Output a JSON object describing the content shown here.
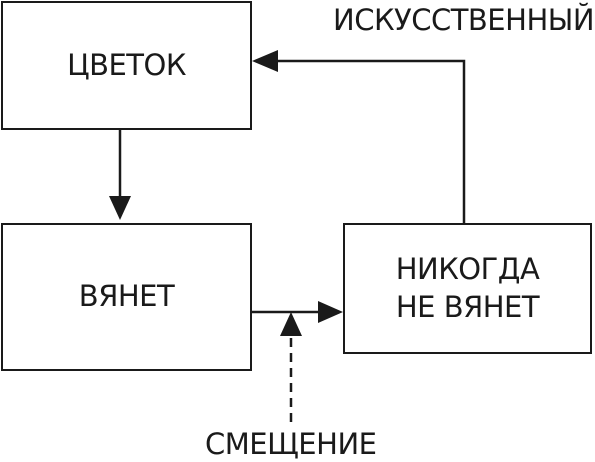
{
  "diagram": {
    "nodes": {
      "flower": {
        "label": "ЦВЕТОК"
      },
      "withers": {
        "label": "ВЯНЕТ"
      },
      "never_withers": {
        "label": "НИКОГДА\nНЕ ВЯНЕТ"
      }
    },
    "labels": {
      "artificial": "ИСКУССТВЕННЫЙ",
      "displacement": "СМЕЩЕНИЕ"
    },
    "edges": [
      {
        "from": "flower",
        "to": "withers",
        "style": "solid"
      },
      {
        "from": "withers",
        "to": "never_withers",
        "style": "solid"
      },
      {
        "from": "displacement",
        "to": "withers-to-never_withers",
        "style": "dashed"
      },
      {
        "from": "never_withers",
        "to": "flower",
        "style": "solid",
        "label": "artificial"
      }
    ],
    "colors": {
      "stroke": "#1a1a1a",
      "background": "#ffffff"
    }
  }
}
